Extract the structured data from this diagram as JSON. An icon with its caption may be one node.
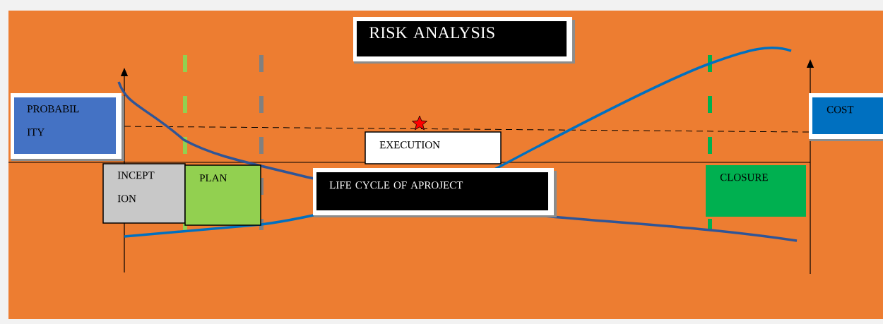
{
  "diagram": {
    "nodes": [
      {
        "text": [
          "RISK ANALYSIS"
        ]
      },
      {
        "text": [
          "PROBABIL ITY"
        ]
      },
      {
        "text": [
          "COST"
        ]
      },
      {
        "text": [
          "EXECUTION"
        ]
      },
      {
        "text": [
          "INCEPT ION"
        ]
      },
      {
        "text": [
          "PLAN"
        ]
      },
      {
        "text": [
          "LIFE CYCLE OF APROJECT"
        ]
      },
      {
        "text": [
          "CLOSURE"
        ]
      }
    ]
  }
}
